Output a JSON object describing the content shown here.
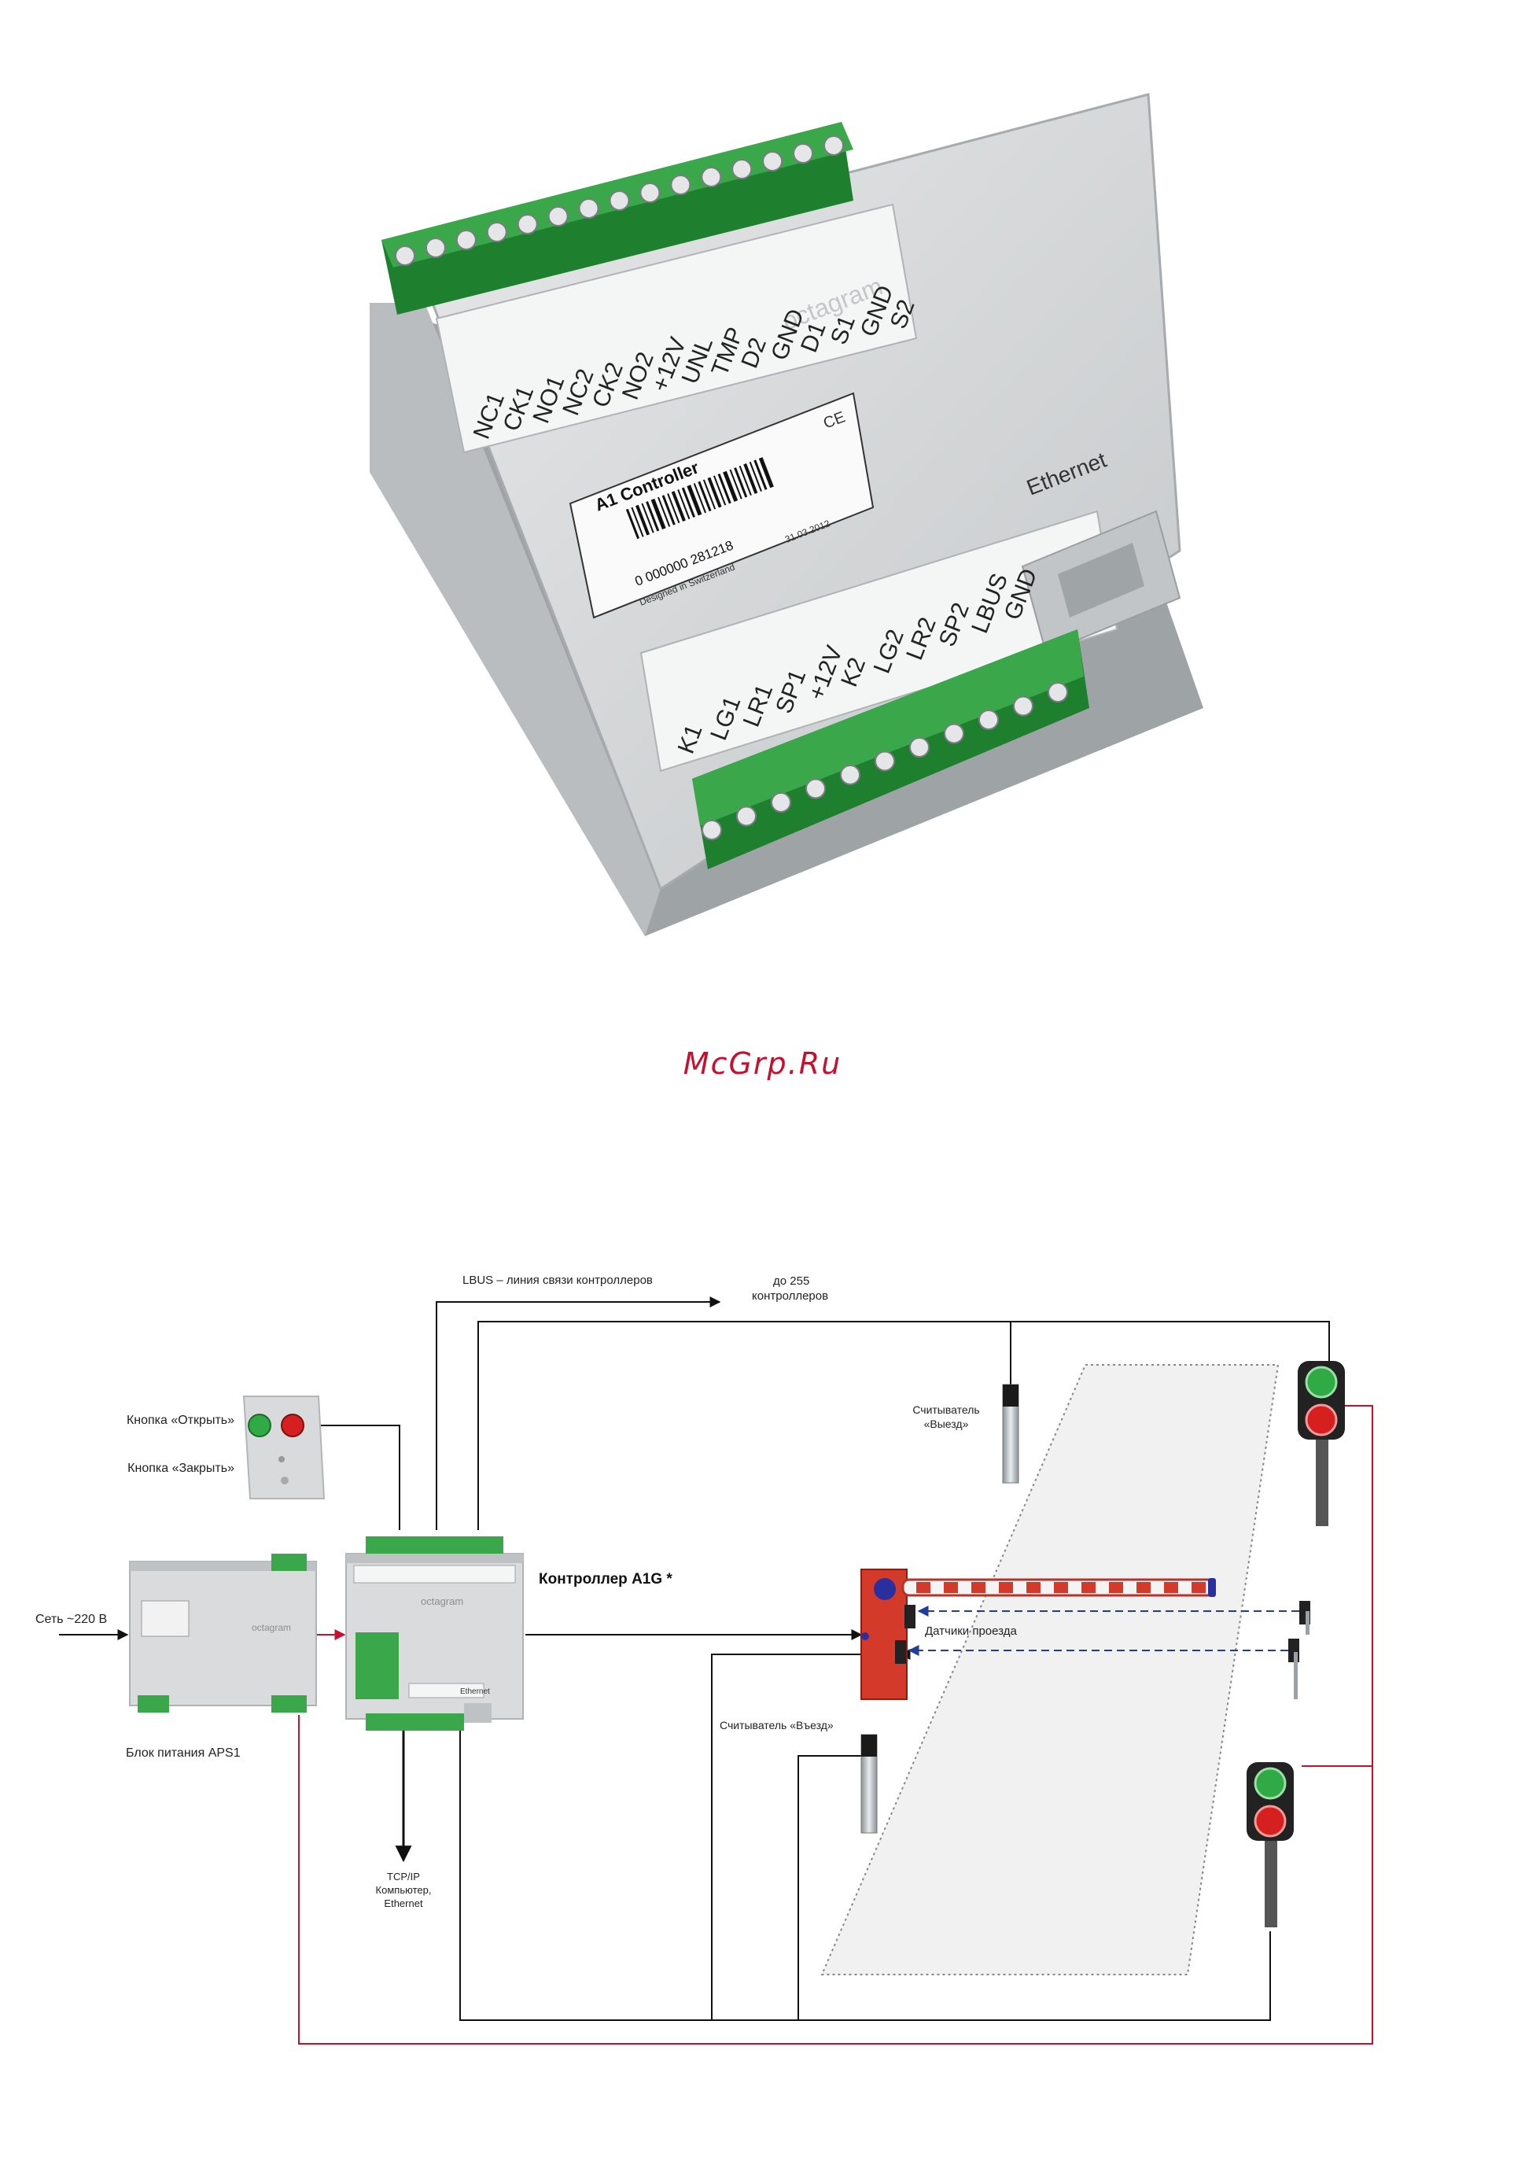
{
  "photo": {
    "top_terminals": [
      "NC1",
      "CK1",
      "NO1",
      "NC2",
      "CK2",
      "NO2",
      "+12V",
      "UNL",
      "TMP",
      "D2",
      "GND",
      "D1",
      "S1",
      "GND",
      "S2"
    ],
    "bottom_terminals": [
      "K1",
      "LG1",
      "LR1",
      "SP1",
      "+12V",
      "K2",
      "LG2",
      "LR2",
      "SP2",
      "LBUS",
      "GND"
    ],
    "ethernet_label": "Ethernet",
    "brand": "octagram",
    "label_title": "A1 Controller",
    "label_barcode_number": "0 000000 281218",
    "label_designed": "Designed in Switzerland",
    "label_date": "31.03.2012",
    "ce_mark": "CE"
  },
  "watermark": "McGrp.Ru",
  "diagram": {
    "lbus_label": "LBUS – линия связи контроллеров",
    "upto_label_1": "до 255",
    "upto_label_2": "контроллеров",
    "button_open": "Кнопка «Открыть»",
    "button_close": "Кнопка «Закрыть»",
    "mains": "Сеть ~220 В",
    "psu_label": "Блок питания APS1",
    "psu_brand": "octagram",
    "controller_label": "Контроллер A1G *",
    "controller_brand": "octagram",
    "controller_ethernet": "Ethernet",
    "tcpip_1": "TCP/IP",
    "tcpip_2": "Компьютер,",
    "tcpip_3": "Ethernet",
    "reader_exit_1": "Считыватель",
    "reader_exit_2": "«Выезд»",
    "reader_entry": "Считыватель «Въезд»",
    "sensors": "Датчики проезда"
  },
  "colors": {
    "terminal_green": "#3aa84a",
    "housing_grey": "#d7d9da",
    "wire_red": "#c8102e",
    "sensor_beam_blue": "#1f3d99",
    "barrier_red": "#d33a2a",
    "light_green": "#2faa44",
    "light_red": "#d62020"
  },
  "icons": [
    "button-box-icon",
    "power-supply-icon",
    "controller-icon",
    "barrier-icon",
    "traffic-light-icon",
    "card-reader-icon",
    "photo-sensor-icon"
  ]
}
